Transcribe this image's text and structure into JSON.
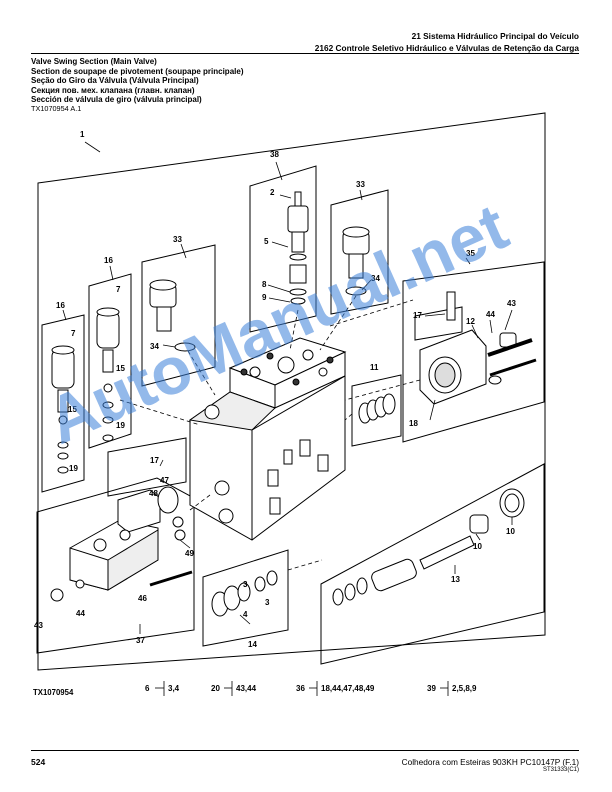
{
  "header": {
    "line1": "21 Sistema Hidráulico Principal do Veículo",
    "line2": "2162 Controle Seletivo Hidráulico e Válvulas de Retenção da Carga"
  },
  "titles": [
    "Valve Swing Section (Main Valve)",
    "Section de soupape de pivotement (soupape principale)",
    "Seção do Giro da Válvula (Válvula Principal)",
    "Секция пов. мех. клапана (главн. клапан)",
    "Sección de válvula de giro (válvula principal)"
  ],
  "figure_ref_top": "TX1070954 A.1",
  "figure_ref_bottom": "TX1070954",
  "callouts": {
    "c1": "1",
    "c2": "2",
    "c3": "3",
    "c3b": "3",
    "c4": "4",
    "c5": "5",
    "c6": "6",
    "c7a": "7",
    "c7b": "7",
    "c8": "8",
    "c9": "9",
    "c10a": "10",
    "c10b": "10",
    "c11": "11",
    "c12": "12",
    "c13": "13",
    "c14": "14",
    "c15a": "15",
    "c15b": "15",
    "c16a": "16",
    "c16b": "16",
    "c17a": "17",
    "c17b": "17",
    "c18": "18",
    "c19a": "19",
    "c19b": "19",
    "c33a": "33",
    "c33b": "33",
    "c34a": "34",
    "c34b": "34",
    "c35": "35",
    "c37": "37",
    "c38": "38",
    "c43a": "43",
    "c43b": "43",
    "c44a": "44",
    "c44b": "44",
    "c46": "46",
    "c47": "47",
    "c48": "48",
    "c49": "49"
  },
  "legend": [
    {
      "key": "6",
      "value": "3,4"
    },
    {
      "key": "20",
      "value": "43,44"
    },
    {
      "key": "36",
      "value": "18,44,47,48,49"
    },
    {
      "key": "39",
      "value": "2,5,8,9"
    }
  ],
  "watermark": "AutoManual.net",
  "footer": {
    "page_number": "524",
    "text": "Colhedora com Esteiras 903KH    PC10147P    (F.1)",
    "code": "ST31333(C1)"
  }
}
